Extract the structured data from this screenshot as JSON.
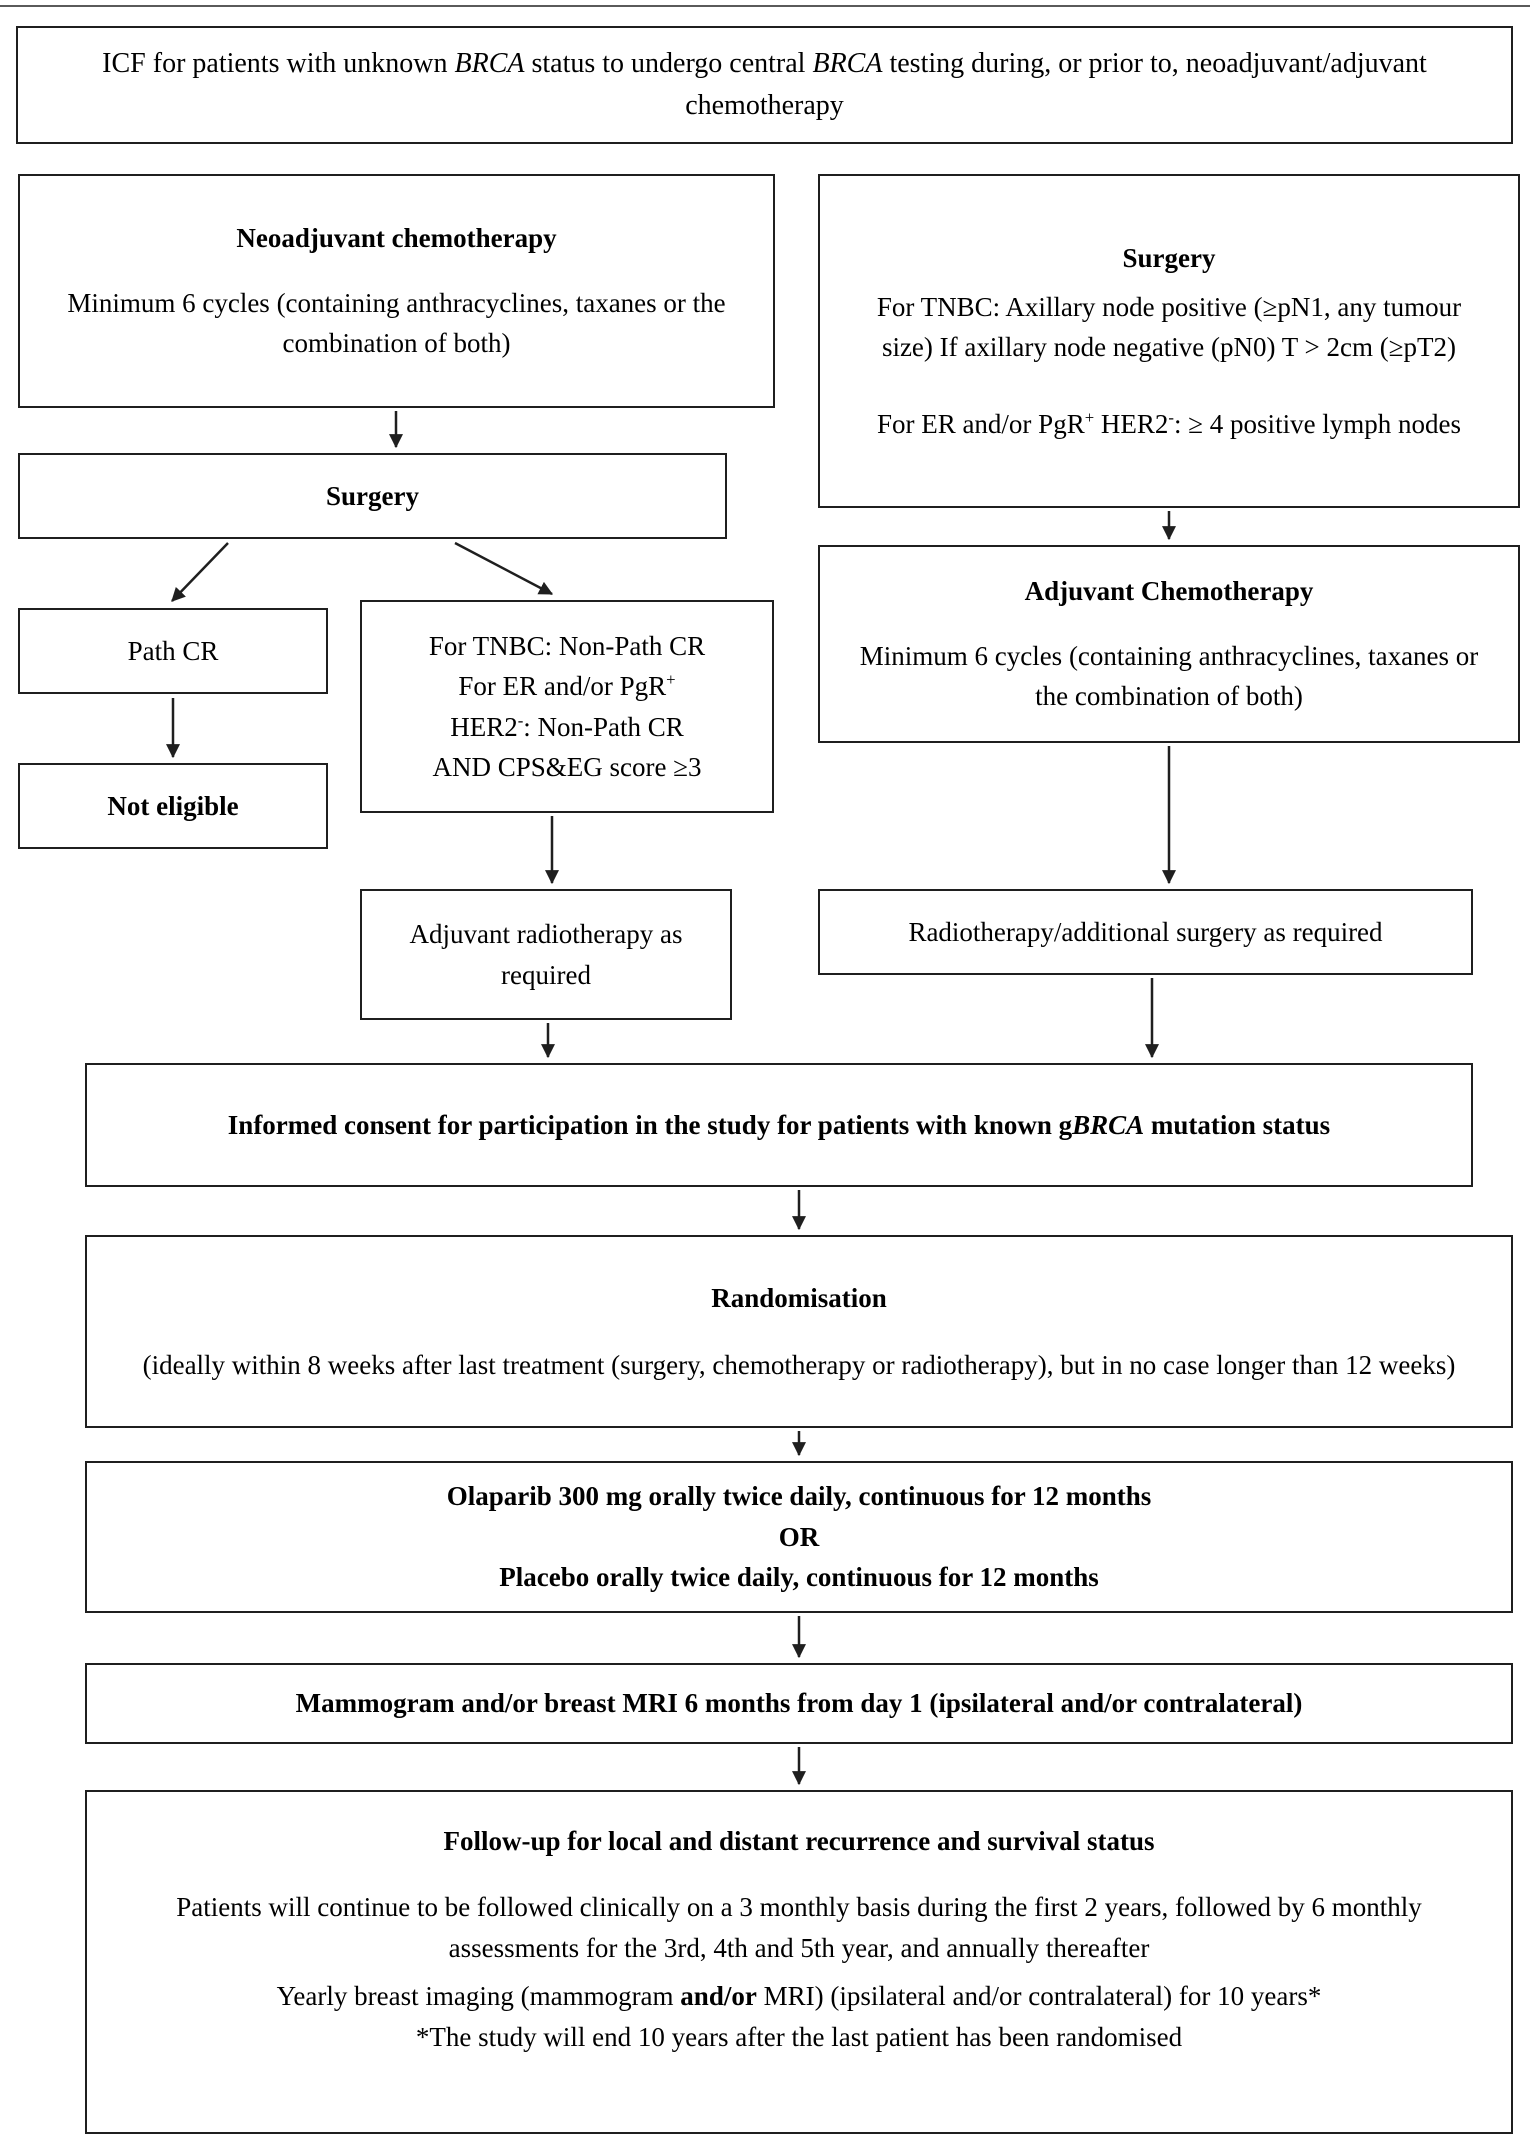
{
  "colors": {
    "border": "#1f1f1f",
    "text": "#000000",
    "background": "#ffffff"
  },
  "diagram": {
    "icf_box": {
      "t1": "ICF for patients with unknown ",
      "t2": "BRCA",
      "t3": " status to undergo central ",
      "t4": "BRCA",
      "t5": " testing during, or prior to, neoadjuvant/adjuvant chemotherapy"
    },
    "neoadjuvant_box": {
      "title": "Neoadjuvant chemotherapy",
      "body": "Minimum 6 cycles (containing anthracyclines, taxanes or the combination of both)"
    },
    "surgery_right_box": {
      "title": "Surgery",
      "p1": "For TNBC: Axillary node positive (≥pN1, any tumour size) If axillary node negative (pN0) T > 2cm (≥pT2)",
      "p2a": "For ER and/or PgR",
      "p2sup1": "+",
      "p2b": " HER2",
      "p2sup2": "-",
      "p2c": ": ≥ 4 positive lymph nodes"
    },
    "surgery_left_box": {
      "title": "Surgery"
    },
    "path_cr_box": {
      "label": "Path CR"
    },
    "not_eligible_box": {
      "label": "Not eligible"
    },
    "non_path_cr_box": {
      "l1": "For TNBC: Non-Path CR",
      "l2a": "For ER and/or PgR",
      "l2sup": "+",
      "l3a": "HER2",
      "l3sup": "-",
      "l3b": ": Non-Path CR",
      "l4": "AND CPS&EG score ≥3"
    },
    "adjuvant_chemo_box": {
      "title": "Adjuvant Chemotherapy",
      "body": "Minimum 6 cycles (containing anthracyclines, taxanes or the combination of both)"
    },
    "adjuvant_radio_box": {
      "label": "Adjuvant radiotherapy as required"
    },
    "radio_additional_box": {
      "label": "Radiotherapy/additional surgery as required"
    },
    "informed_consent_box": {
      "t1": "Informed consent for participation in the study for patients with known g",
      "t2": "BRCA",
      "t3": " mutation status"
    },
    "randomisation_box": {
      "title": "Randomisation",
      "body": "(ideally within 8 weeks after last treatment (surgery, chemotherapy or radiotherapy), but in no case longer than 12 weeks)"
    },
    "treatment_box": {
      "l1": "Olaparib 300 mg orally twice daily, continuous for 12 months",
      "l2": "OR",
      "l3": "Placebo orally twice daily, continuous for 12 months"
    },
    "imaging_box": {
      "label": "Mammogram and/or breast MRI 6 months from day 1 (ipsilateral and/or contralateral)"
    },
    "followup_box": {
      "title": "Follow-up for local and distant recurrence and survival status",
      "p1": "Patients will continue to be followed clinically on a 3 monthly basis during the first 2 years, followed by 6 monthly assessments for the 3rd, 4th and 5th year, and annually thereafter",
      "p2a": "Yearly breast imaging (mammogram ",
      "p2b": "and/or",
      "p2c": " MRI) (ipsilateral and/or contralateral) for 10 years*",
      "p3": "*The study will end 10 years after the last patient has been randomised"
    }
  }
}
